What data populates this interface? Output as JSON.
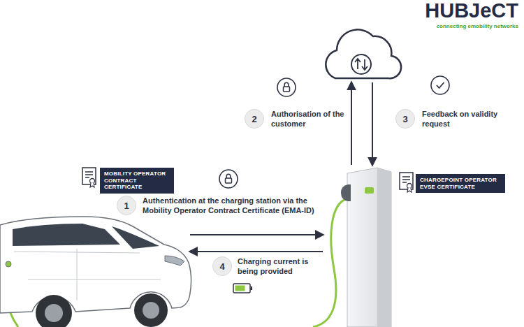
{
  "diagram": {
    "nodes": [
      {
        "text": [
          "2"
        ]
      },
      {
        "text": [
          "3"
        ]
      },
      {
        "text": [
          "MOBILITY OPERATOR CONTRACT CERTIFICATE"
        ]
      },
      {
        "text": [
          "CHARGEPOINT OPERATOR EVSE CERTIFICATE"
        ]
      },
      {
        "text": [
          "1"
        ]
      },
      {
        "text": [
          "4"
        ]
      }
    ],
    "labels": [
      "HUBJeCT",
      "connecting emobility networks",
      "Authorisation of the customer",
      "Feedback on validity request",
      "Authentication at the charging station via the Mobility Operator Contract Certificate (EMA-ID)",
      "Charging current is being provided"
    ]
  }
}
